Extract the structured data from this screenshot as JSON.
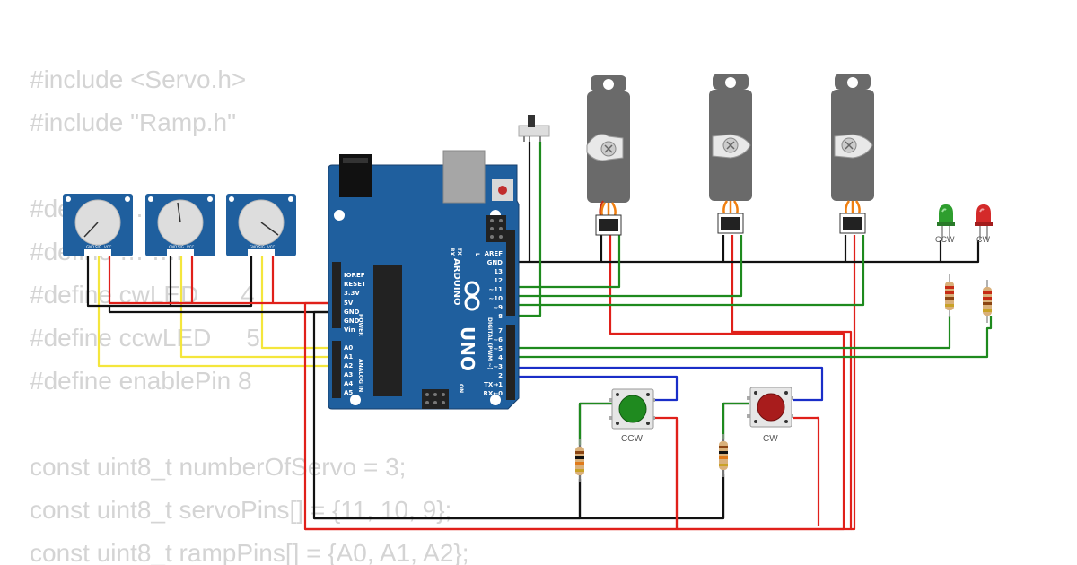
{
  "code": {
    "lines": [
      "#include <Servo.h>",
      "#include \"Ramp.h\"",
      "",
      "#define …        …8",
      "#define …        …P",
      "#define cwLED      4",
      "#define ccwLED     5",
      "#define enablePin 8",
      "",
      "const uint8_t numberOfServo = 3;",
      "const uint8_t servoPins[] = {11, 10, 9};",
      "const uint8_t rampPins[] = {A0, A1, A2};"
    ]
  },
  "arduino": {
    "brand": "ARDUINO",
    "model": "UNO",
    "power_label": "POWER",
    "analog_label": "ANALOG IN",
    "digital_label": "DIGITAL (PWM ~)",
    "power_pins": [
      "IOREF",
      "RESET",
      "3.3V",
      "5V",
      "GND",
      "GND",
      "Vin"
    ],
    "analog_pins": [
      "A0",
      "A1",
      "A2",
      "A3",
      "A4",
      "A5"
    ],
    "top_header_pins": [
      "AREF",
      "GND",
      "13",
      "12",
      "~11",
      "~10",
      "~9",
      "8"
    ],
    "bottom_header_pins": [
      "7",
      "~6",
      "~5",
      "4",
      "~3",
      "2",
      "TX→1",
      "RX←0"
    ],
    "tx_label": "TX",
    "rx_label": "RX",
    "l_label": "L",
    "on_label": "ON"
  },
  "potentiometers": [
    {
      "pins": [
        "GND",
        "SIG",
        "VCC"
      ]
    },
    {
      "pins": [
        "GND",
        "SIG",
        "VCC"
      ]
    },
    {
      "pins": [
        "GND",
        "SIG",
        "VCC"
      ]
    }
  ],
  "leds": [
    {
      "label": "CCW",
      "color": "#2e9e2e"
    },
    {
      "label": "CW",
      "color": "#d42a2a"
    }
  ],
  "buttons": [
    {
      "label": "CCW",
      "cap_color": "#1f8a1f"
    },
    {
      "label": "CW",
      "cap_color": "#a81c1c"
    }
  ],
  "wire_colors": {
    "red": "#e0201a",
    "black": "#111111",
    "yellow": "#f4e63c",
    "green": "#1e8a1e",
    "blue": "#1a2ec8",
    "orange": "#f07f10"
  },
  "board_color": "#1f5f9e"
}
